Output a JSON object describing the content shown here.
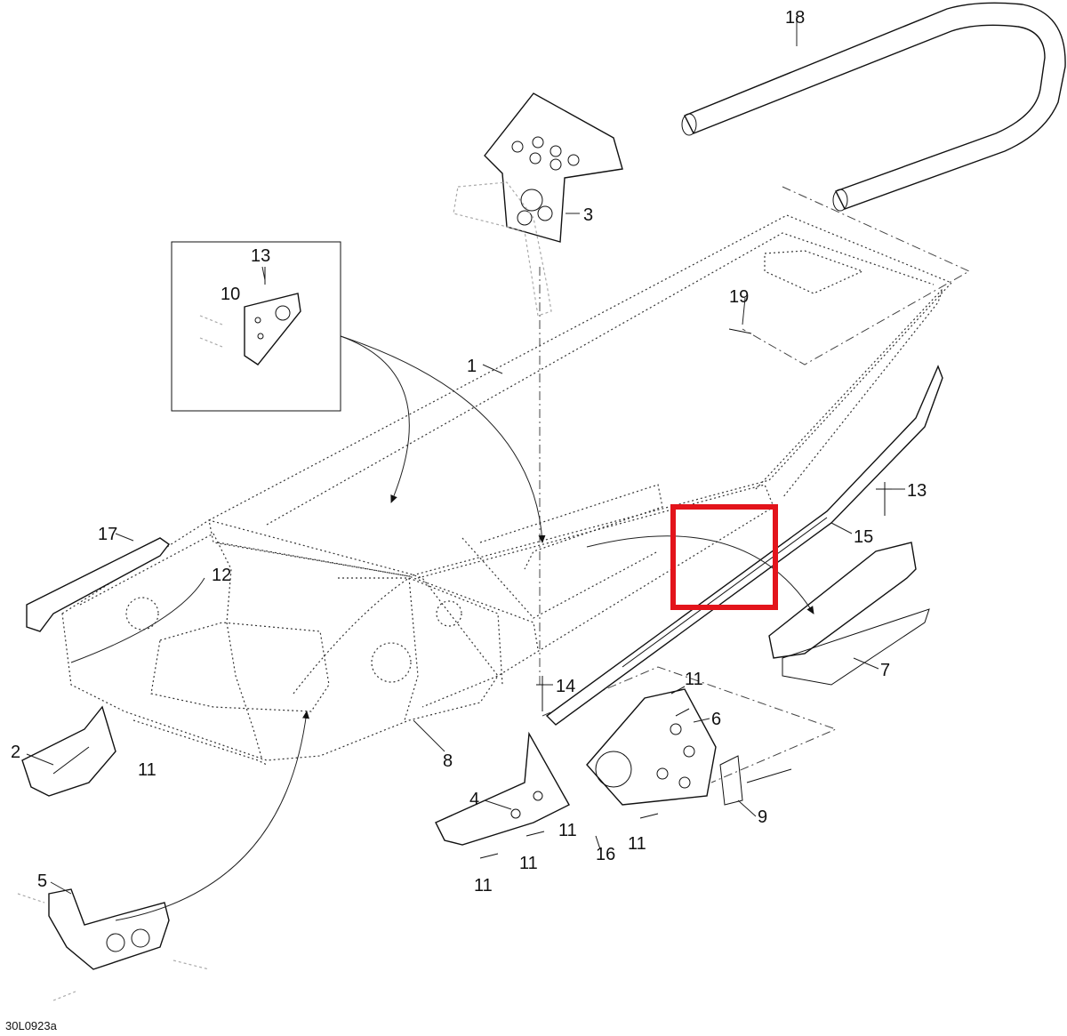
{
  "diagram": {
    "drawing_code": "30L0923a",
    "callouts": [
      "1",
      "2",
      "3",
      "4",
      "5",
      "6",
      "7",
      "8",
      "9",
      "10",
      "11",
      "12",
      "13",
      "14",
      "15",
      "16",
      "17",
      "18",
      "19"
    ],
    "highlight_color": "#e3141b"
  }
}
